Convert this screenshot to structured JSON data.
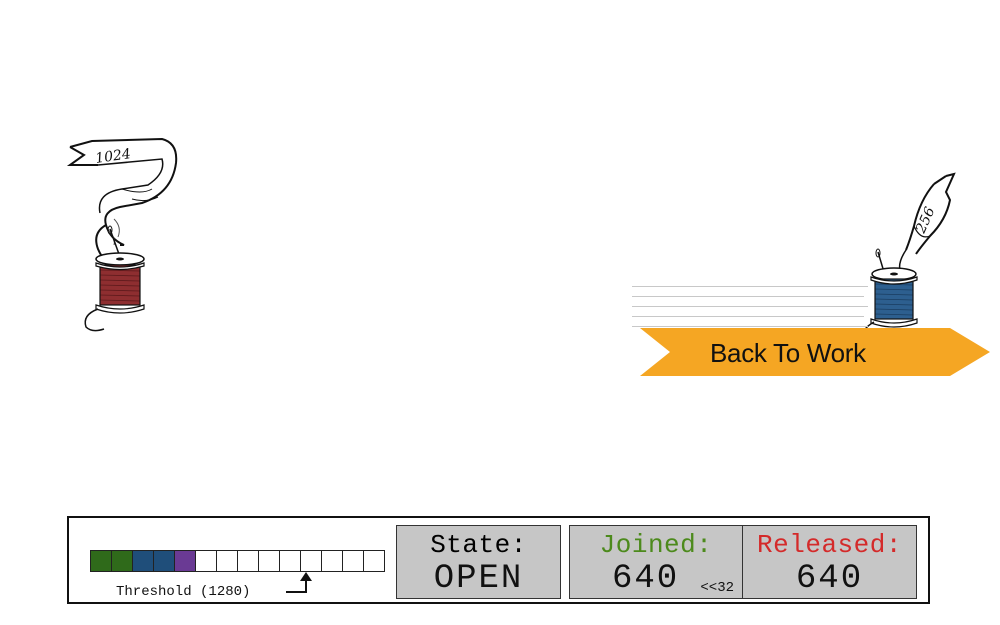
{
  "spools": {
    "left": {
      "label": "1024",
      "thread_color": "#8e2e30",
      "icon": "red-thread-spool-icon"
    },
    "right": {
      "label": "256",
      "thread_color": "#2d5f8f",
      "icon": "blue-thread-spool-icon"
    }
  },
  "banner": {
    "label": "Back To Work",
    "color": "#f5a623",
    "icon": "arrow-banner-icon"
  },
  "status_panel": {
    "blocks": [
      {
        "color": "#2f6a1a"
      },
      {
        "color": "#2f6a1a"
      },
      {
        "color": "#1f4e7a"
      },
      {
        "color": "#1f4e7a"
      },
      {
        "color": "#6a3a94"
      },
      {
        "color": "#ffffff"
      },
      {
        "color": "#ffffff"
      },
      {
        "color": "#ffffff"
      },
      {
        "color": "#ffffff"
      },
      {
        "color": "#ffffff"
      },
      {
        "color": "#ffffff"
      },
      {
        "color": "#ffffff"
      },
      {
        "color": "#ffffff"
      },
      {
        "color": "#ffffff"
      }
    ],
    "threshold_label": "Threshold (1280)",
    "state": {
      "title": "State:",
      "value": "OPEN"
    },
    "joined": {
      "title": "Joined:",
      "value": "640",
      "shift_note": "<<32",
      "title_color": "#4c8a1c"
    },
    "released": {
      "title": "Released:",
      "value": "640",
      "title_color": "#d42a2a"
    }
  }
}
